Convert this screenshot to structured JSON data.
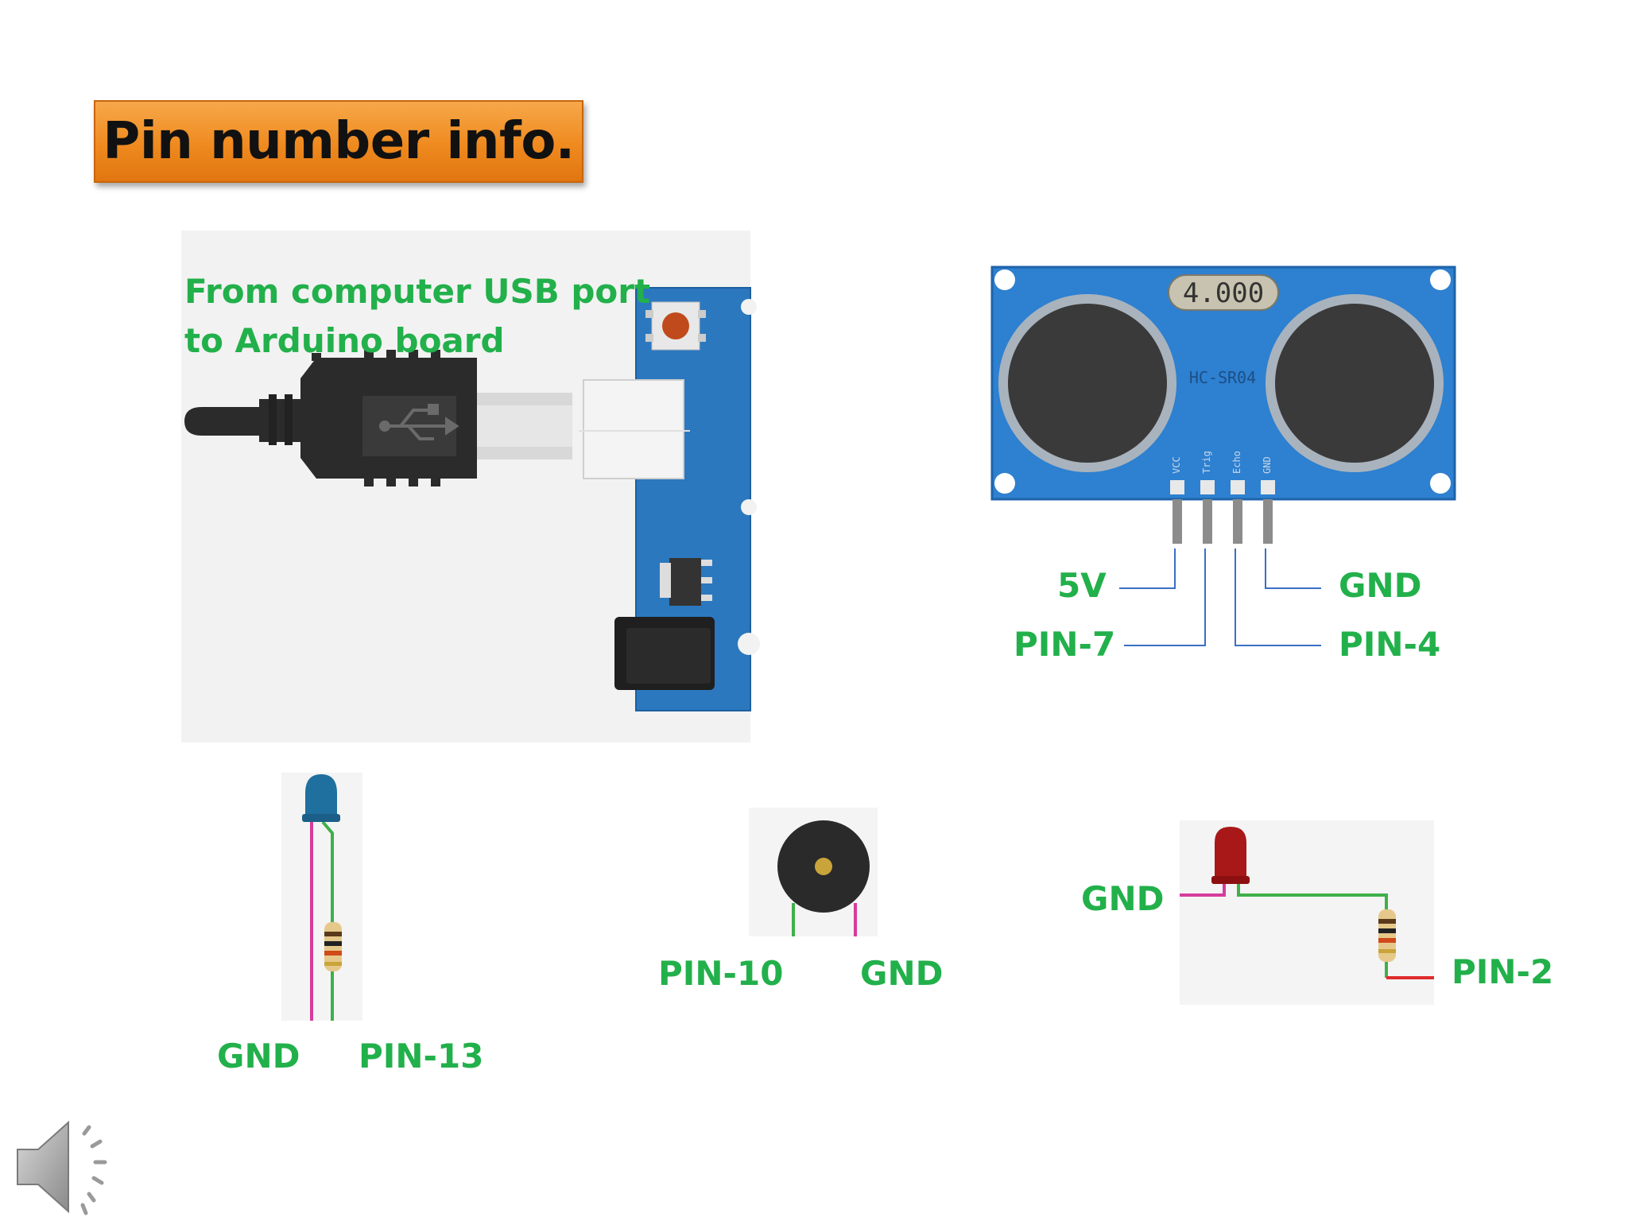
{
  "title": "Pin number info.",
  "usb_caption": {
    "line1": "From computer USB port",
    "line2": "to Arduino board"
  },
  "sensor": {
    "display_text": "4.000",
    "model_text": "HC-SR04",
    "pin_names": [
      "VCC",
      "Trig",
      "Echo",
      "GND"
    ],
    "labels": {
      "vcc": "5V",
      "trig": "PIN-7",
      "echo": "PIN-4",
      "gnd": "GND"
    }
  },
  "blue_led": {
    "gnd_label": "GND",
    "pin_label": "PIN-13"
  },
  "buzzer": {
    "pin_label": "PIN-10",
    "gnd_label": "GND"
  },
  "red_led": {
    "gnd_label": "GND",
    "pin_label": "PIN-2"
  },
  "colors": {
    "label_green": "#22b04b",
    "title_orange": "#ef8a1f",
    "board_blue": "#2e80d0",
    "wire_blue": "#3a6fc4"
  },
  "icons": {
    "audio": "speaker-icon"
  }
}
